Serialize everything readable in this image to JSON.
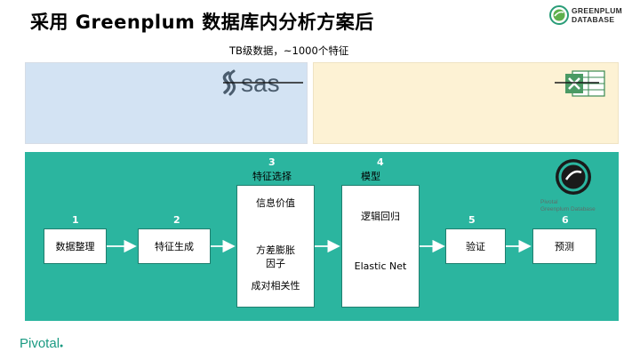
{
  "slide": {
    "title": "采用 Greenplum 数据库内分析方案后",
    "subtitle": "TB级数据，~1000个特征"
  },
  "logos": {
    "greenplum_line1": "GREENPLUM",
    "greenplum_line2": "DATABASE",
    "sas_text": "sas",
    "pivotal_gp_line1": "Pivotal",
    "pivotal_gp_line2": "Greenplum  Database",
    "footer_brand": "Pivotal"
  },
  "pipeline": {
    "steps": [
      {
        "number": "1",
        "label": "数据整理"
      },
      {
        "number": "2",
        "label": "特征生成"
      },
      {
        "number": "3",
        "header": "特征选择",
        "items": [
          "信息价值",
          "方差膨胀",
          "因子",
          "成对相关性"
        ]
      },
      {
        "number": "4",
        "header": "模型",
        "items": [
          "逻辑回归",
          "Elastic Net"
        ]
      },
      {
        "number": "5",
        "label": "验证"
      },
      {
        "number": "6",
        "label": "预测"
      }
    ]
  },
  "colors": {
    "main_bg": "#2bb59f",
    "sas_panel": "#d3e3f3",
    "excel_panel": "#fdf2d4",
    "brand_green": "#1a9a82"
  }
}
